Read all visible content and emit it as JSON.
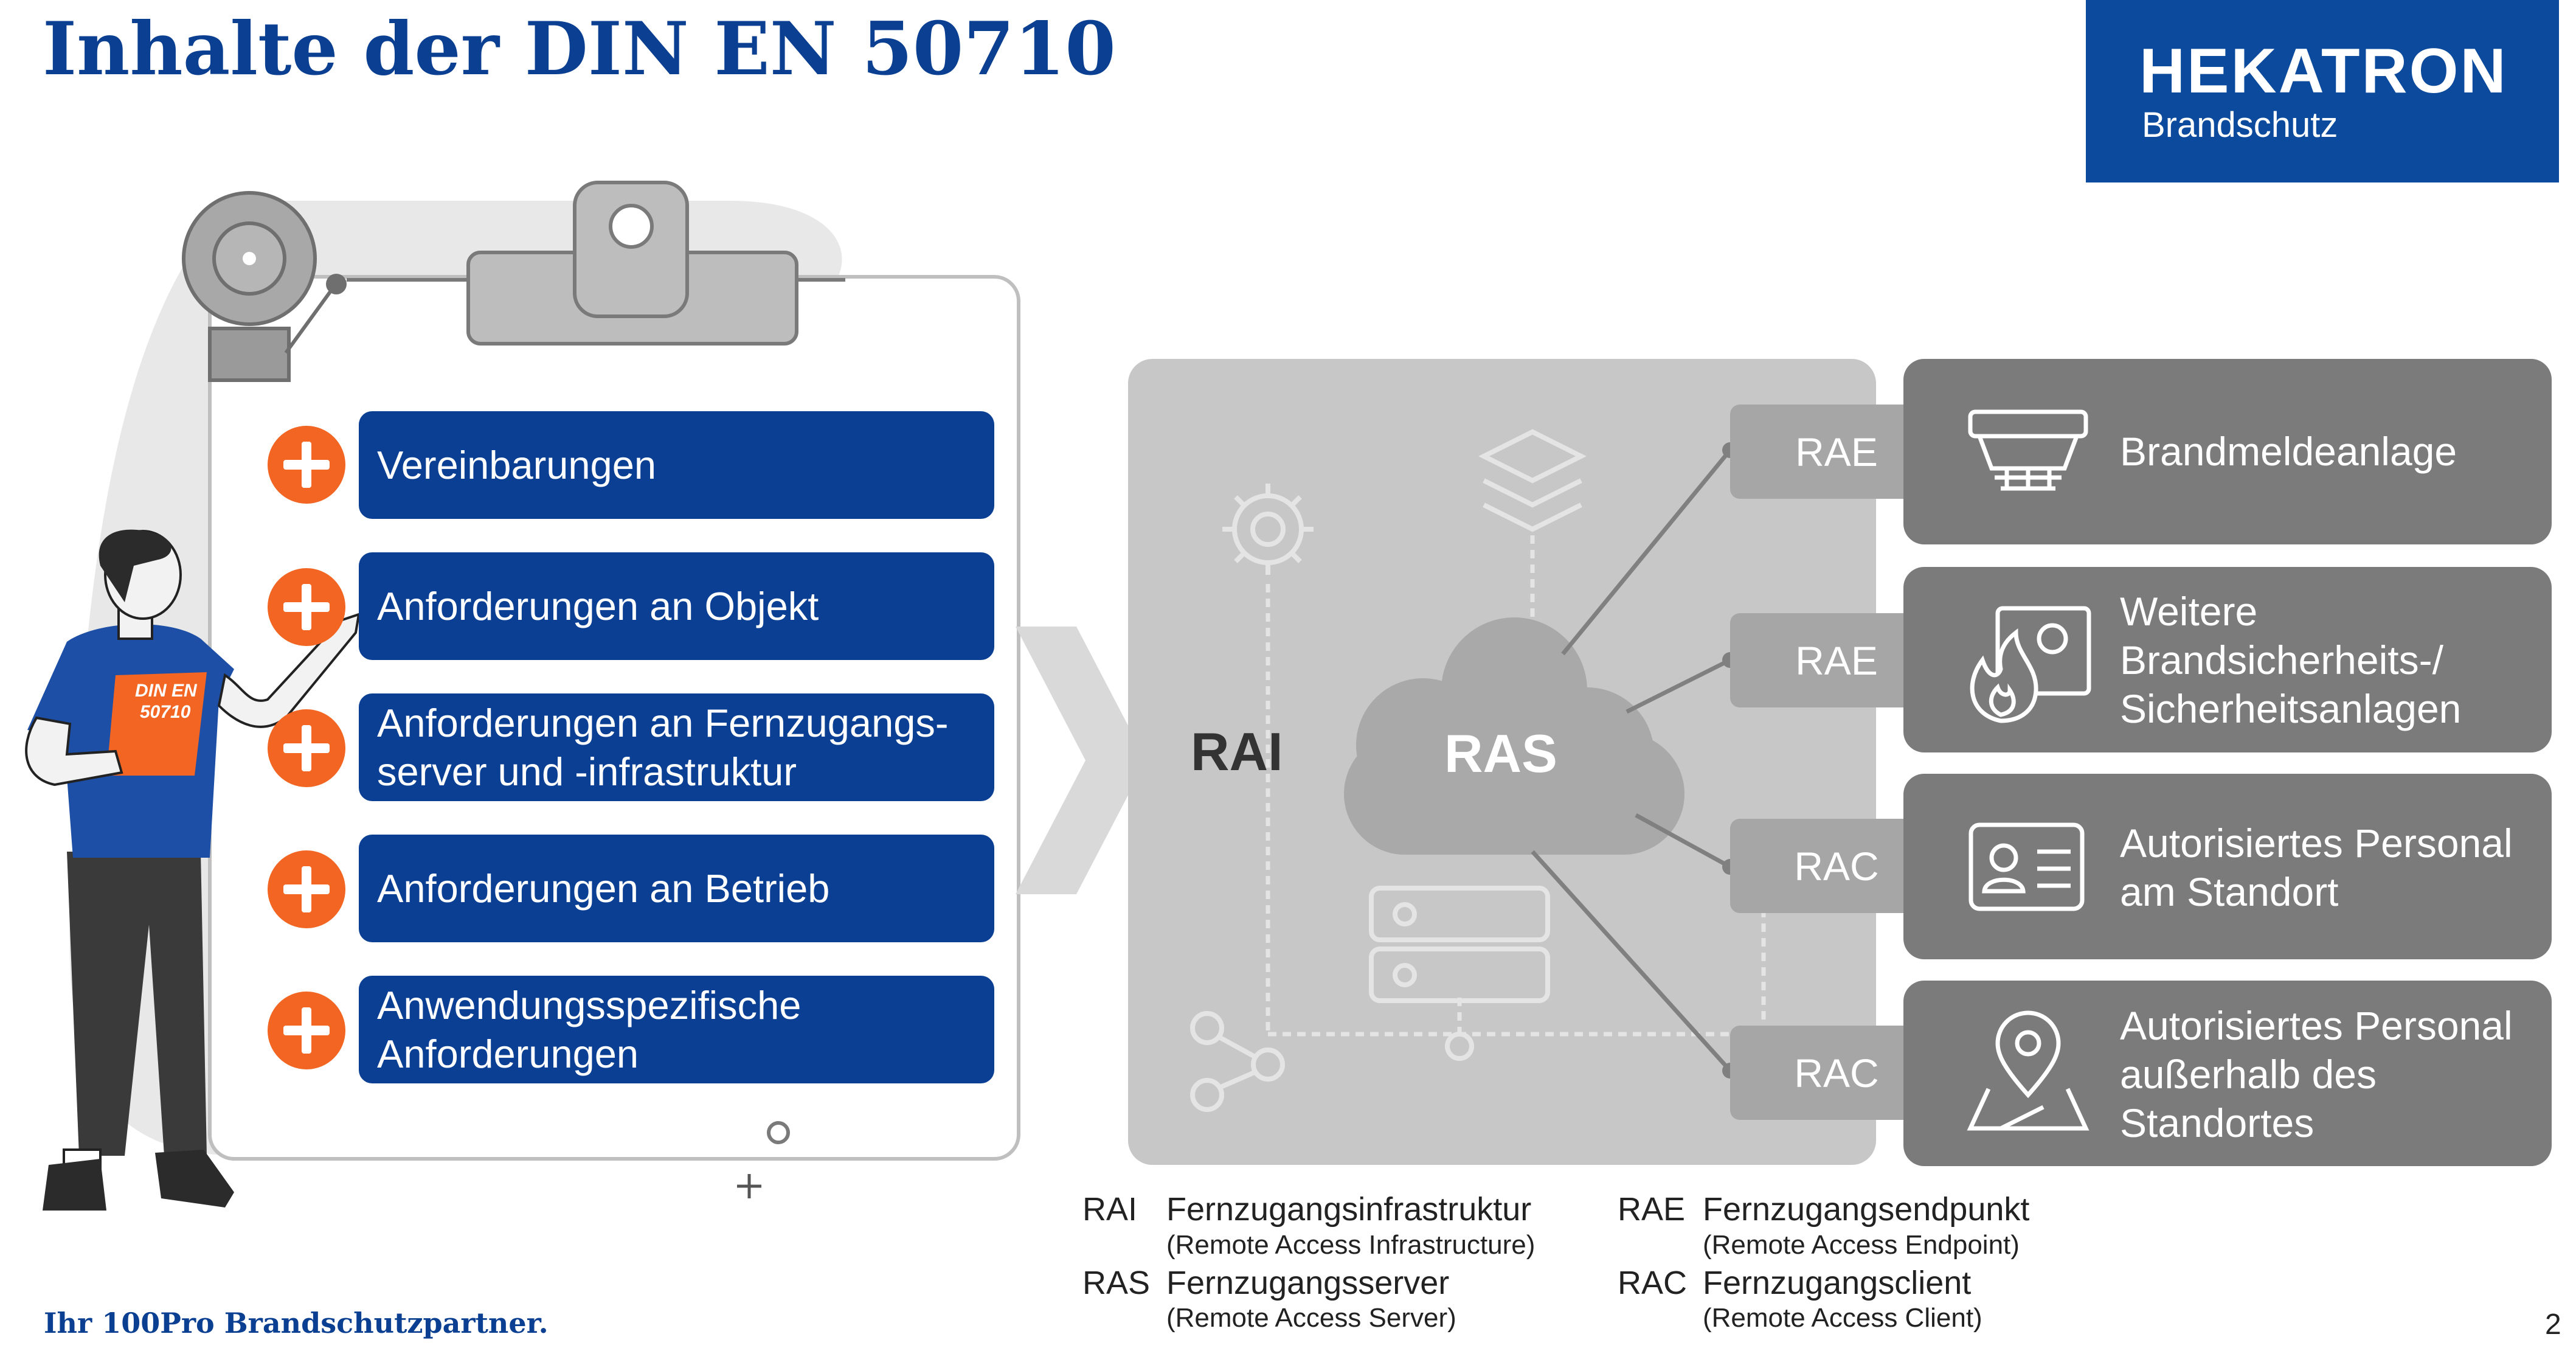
{
  "title": "Inhalte der DIN EN 50710",
  "logo": {
    "brand": "HEKATRON",
    "sub": "Brandschutz"
  },
  "footer": "Ihr 100Pro Brandschutzpartner.",
  "page_number": "2",
  "shirt_text": {
    "line1": "DIN EN",
    "line2": "50710"
  },
  "contents": [
    {
      "lines": [
        "Vereinbarungen"
      ]
    },
    {
      "lines": [
        "Anforderungen an Objekt"
      ]
    },
    {
      "lines": [
        "Anforderungen an Fernzugangs-",
        "server und -infrastruktur"
      ]
    },
    {
      "lines": [
        "Anforderungen an Betrieb"
      ]
    },
    {
      "lines": [
        "Anwendungsspezifische",
        "Anforderungen"
      ]
    }
  ],
  "diagram": {
    "rai": "RAI",
    "ras": "RAS",
    "endpoints": [
      "RAE",
      "RAE",
      "RAC",
      "RAC"
    ],
    "destinations": [
      {
        "icon": "smoke-detector-icon",
        "lines": [
          "Brandmeldeanlage"
        ]
      },
      {
        "icon": "fire-safety-icon",
        "lines": [
          "Weitere",
          "Brandsicherheits-/",
          "Sicherheitsanlagen"
        ]
      },
      {
        "icon": "id-card-icon",
        "lines": [
          "Autorisiertes Personal",
          "am Standort"
        ]
      },
      {
        "icon": "map-pin-icon",
        "lines": [
          "Autorisiertes Personal",
          "außerhalb des",
          "Standortes"
        ]
      }
    ]
  },
  "legend": [
    {
      "abbr": "RAI",
      "name": "Fernzugangsinfrastruktur",
      "en": "(Remote Access Infrastructure)"
    },
    {
      "abbr": "RAS",
      "name": "Fernzugangsserver",
      "en": "(Remote Access Server)"
    },
    {
      "abbr": "RAE",
      "name": "Fernzugangsendpunkt",
      "en": "(Remote Access Endpoint)"
    },
    {
      "abbr": "RAC",
      "name": "Fernzugangsclient",
      "en": "(Remote Access Client)"
    }
  ],
  "colors": {
    "brand_blue": "#0a3f94",
    "accent_orange": "#f26522",
    "gray_box": "#7b7b7b",
    "gray_panel": "#c7c7c7"
  }
}
